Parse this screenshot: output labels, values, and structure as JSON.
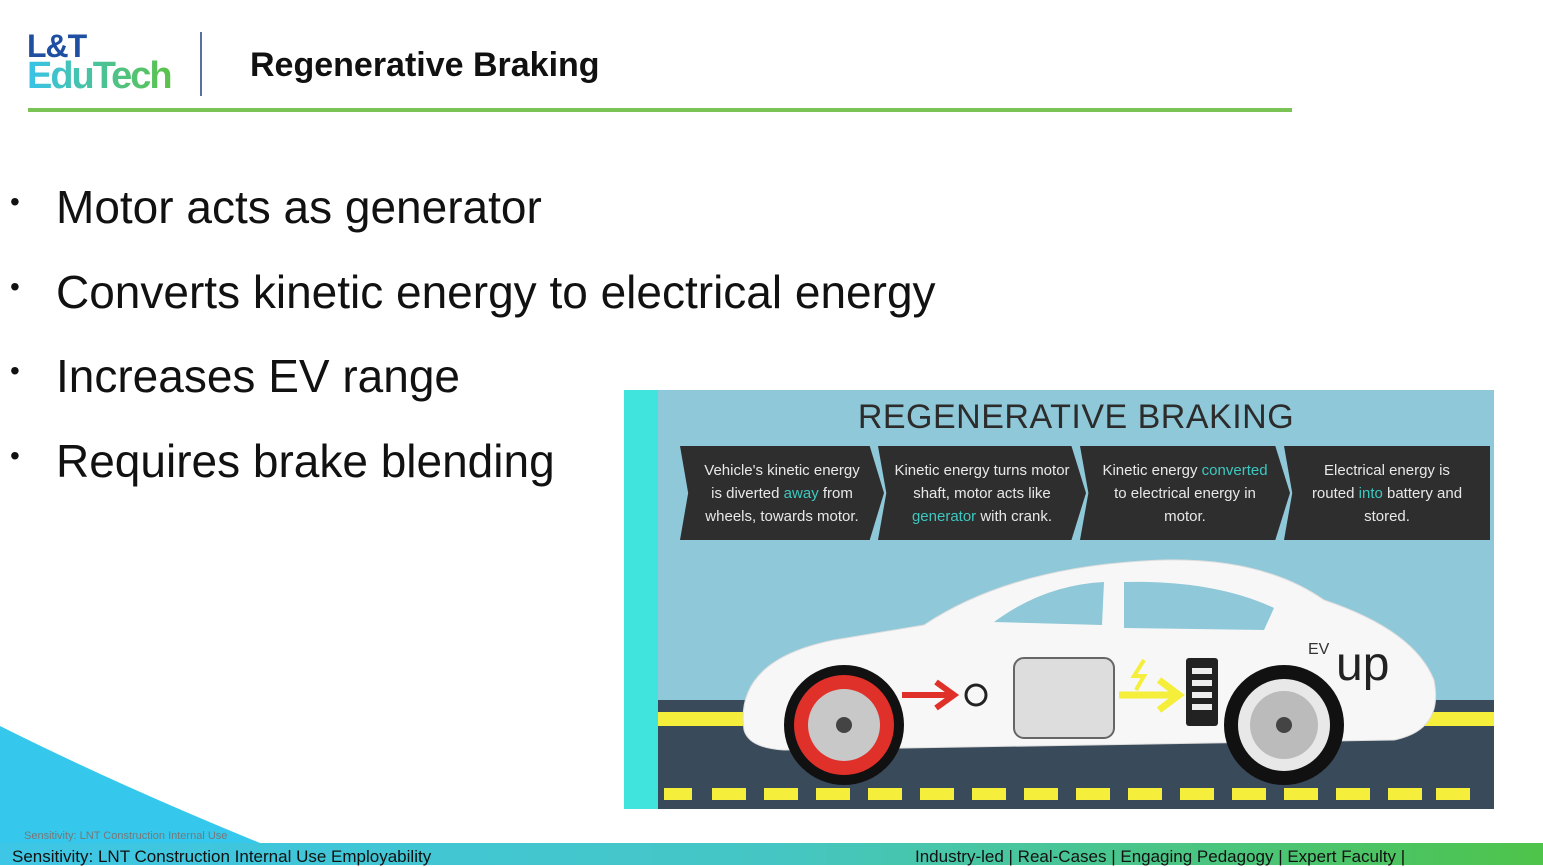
{
  "logo": {
    "line1": "L&T",
    "line2": "EduTech"
  },
  "header": {
    "title": "Regenerative Braking"
  },
  "bullets": [
    "Motor acts as generator",
    "Converts kinetic energy to electrical energy",
    "Increases EV range",
    "Requires brake blending"
  ],
  "bullet_symbol": "•",
  "infographic": {
    "title": "REGENERATIVE BRAKING",
    "steps": [
      {
        "pre": "Vehicle's kinetic energy is diverted ",
        "hl": "away",
        "post": " from wheels, towards motor."
      },
      {
        "pre": "Kinetic energy turns motor shaft, motor acts like ",
        "hl": "generator",
        "post": " with crank."
      },
      {
        "pre": "Kinetic energy ",
        "hl": "converted",
        "post": " to electrical energy in motor."
      },
      {
        "pre": "Electrical energy is routed ",
        "hl": "into",
        "post": " battery and stored."
      }
    ],
    "brand_small": "EV",
    "brand": "up"
  },
  "footer": {
    "sensitivity_small": "Sensitivity: LNT Construction Internal Use",
    "left": "Sensitivity: LNT Construction Internal Use Employability",
    "right": "Industry-led | Real-Cases | Engaging Pedagogy | Expert Faculty |"
  },
  "colors": {
    "accent_green": "#7cc356",
    "cyan": "#40e4dc",
    "highlight": "#3cc8c0"
  }
}
